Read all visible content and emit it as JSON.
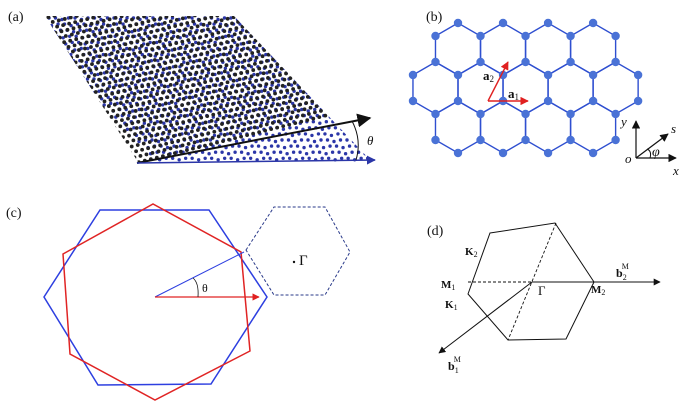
{
  "figure": {
    "panels": [
      {
        "id": "a",
        "label": "(a)",
        "angle_label": "θ",
        "lattice_colors": {
          "top": "#222222",
          "bottom": "#2b36a8"
        }
      },
      {
        "id": "b",
        "label": "(b)",
        "vector_a1": "a",
        "vector_a1_sub": "1",
        "vector_a2": "a",
        "vector_a2_sub": "2",
        "axis_x": "x",
        "axis_y": "y",
        "axis_s": "s",
        "origin": "o",
        "angle_label": "φ",
        "colors": {
          "lattice": "#2f4fd0",
          "atom": "#4a72d6",
          "vector": "#e02020"
        }
      },
      {
        "id": "c",
        "label": "(c)",
        "angle_label": "θ",
        "gamma_label": "Γ",
        "colors": {
          "hex_blue": "#2d3fe0",
          "hex_red": "#e02424",
          "dashed": "#2a3a8a"
        }
      },
      {
        "id": "d",
        "label": "(d)",
        "K2": "K",
        "K2_sub": "2",
        "K1": "K",
        "K1_sub": "1",
        "M1": "M",
        "M1_sub": "1",
        "M2": "M",
        "M2_sub": "2",
        "gamma_label": "Γ",
        "b1": "b",
        "b1_sub": "1",
        "b1_sup": "M",
        "b2": "b",
        "b2_sub": "2",
        "b2_sup": "M"
      }
    ]
  }
}
